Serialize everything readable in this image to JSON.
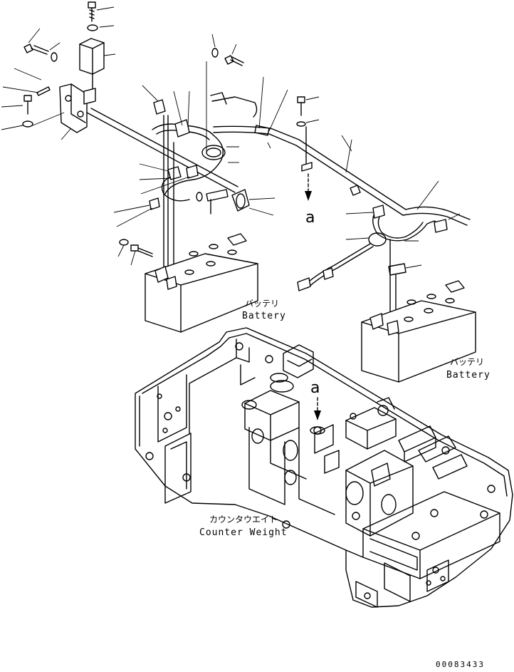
{
  "labels": {
    "battery_left_jp": "バッテリ",
    "battery_left_en": "Battery",
    "battery_right_jp": "バッテリ",
    "battery_right_en": "Battery",
    "counterweight_jp": "カウンタウエイト",
    "counterweight_en": "Counter Weight",
    "ref_a_top": "a",
    "ref_a_bottom": "a",
    "drawing_number": "00083433"
  }
}
